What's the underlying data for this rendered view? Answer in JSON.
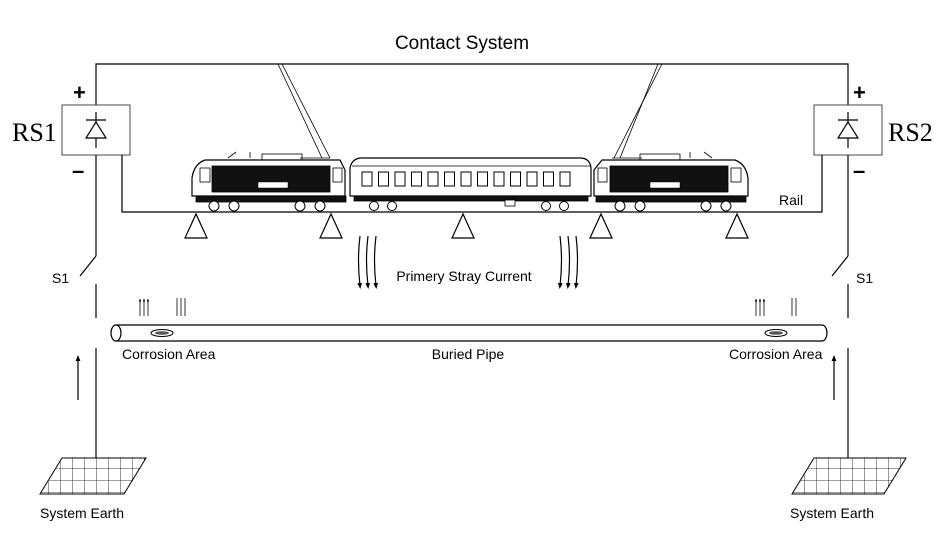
{
  "labels": {
    "contact_system": "Contact System",
    "rs_left": "RS1",
    "rs_right": "RS2",
    "plus": "+",
    "minus": "–",
    "rail": "Rail",
    "switch_left": "S1",
    "switch_right": "S1",
    "stray_current": "Primery Stray Current",
    "corrosion_left": "Corrosion Area",
    "corrosion_right": "Corrosion Area",
    "buried_pipe": "Buried Pipe",
    "earth_left": "System Earth",
    "earth_right": "System Earth"
  },
  "icons": [
    "diode-icon",
    "switch-icon",
    "arrow-up-icon",
    "ground-grid-icon",
    "locomotive-icon",
    "passenger-car-icon",
    "support-triangle-icon",
    "stray-current-arrows-icon"
  ]
}
